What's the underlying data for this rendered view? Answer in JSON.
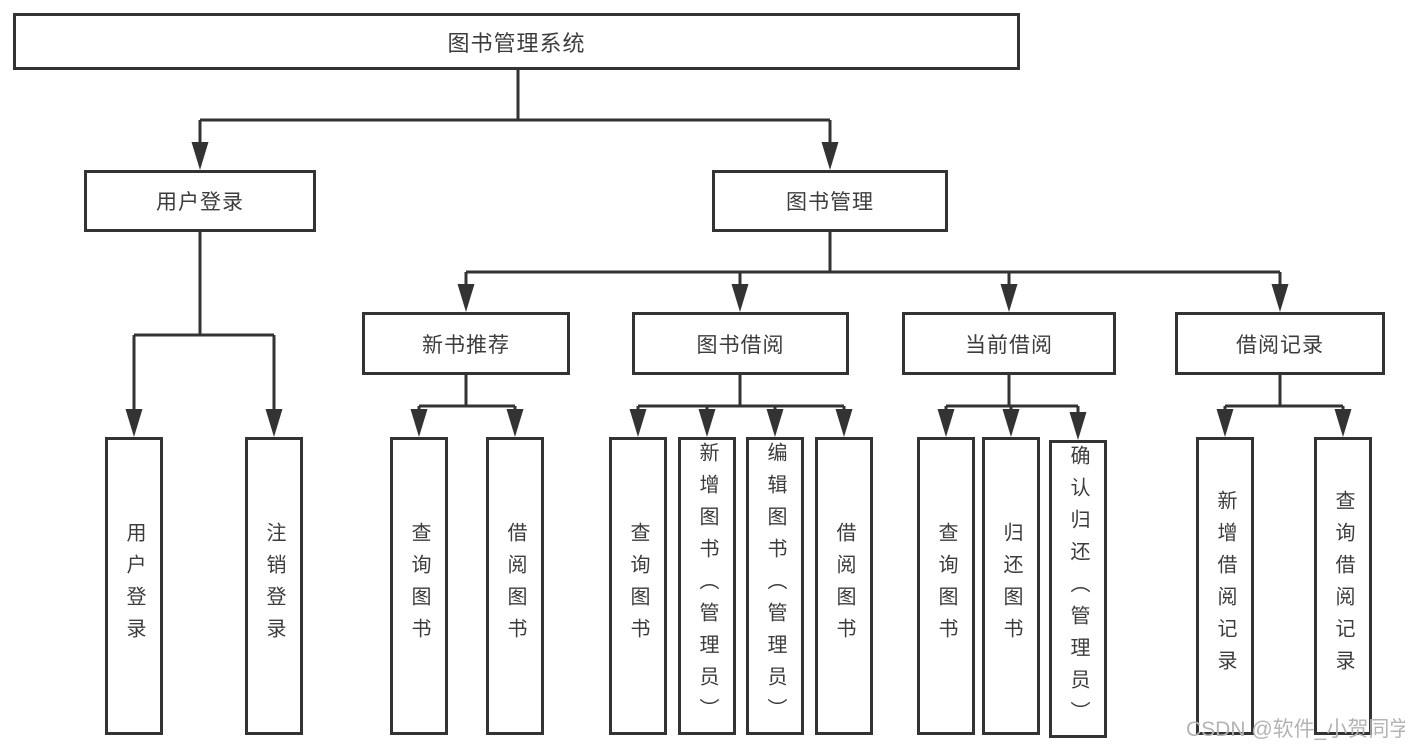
{
  "tree": {
    "root": "图书管理系统",
    "children": [
      {
        "label": "用户登录",
        "children": [
          "用户登录",
          "注销登录"
        ]
      },
      {
        "label": "图书管理",
        "children": [
          {
            "label": "新书推荐",
            "children": [
              "查询图书",
              "借阅图书"
            ]
          },
          {
            "label": "图书借阅",
            "children": [
              "查询图书",
              "新增图书（管理员）",
              "编辑图书（管理员）",
              "借阅图书"
            ]
          },
          {
            "label": "当前借阅",
            "children": [
              "查询图书",
              "归还图书",
              "确认归还（管理员）"
            ]
          },
          {
            "label": "借阅记录",
            "children": [
              "新增借阅记录",
              "查询借阅记录"
            ]
          }
        ]
      }
    ]
  },
  "watermark": "CSDN @软件_小贺同学",
  "colors": {
    "line": "#333333",
    "text": "#3c3c3c",
    "watermark": "#b4b4b4",
    "background": "#ffffff"
  }
}
